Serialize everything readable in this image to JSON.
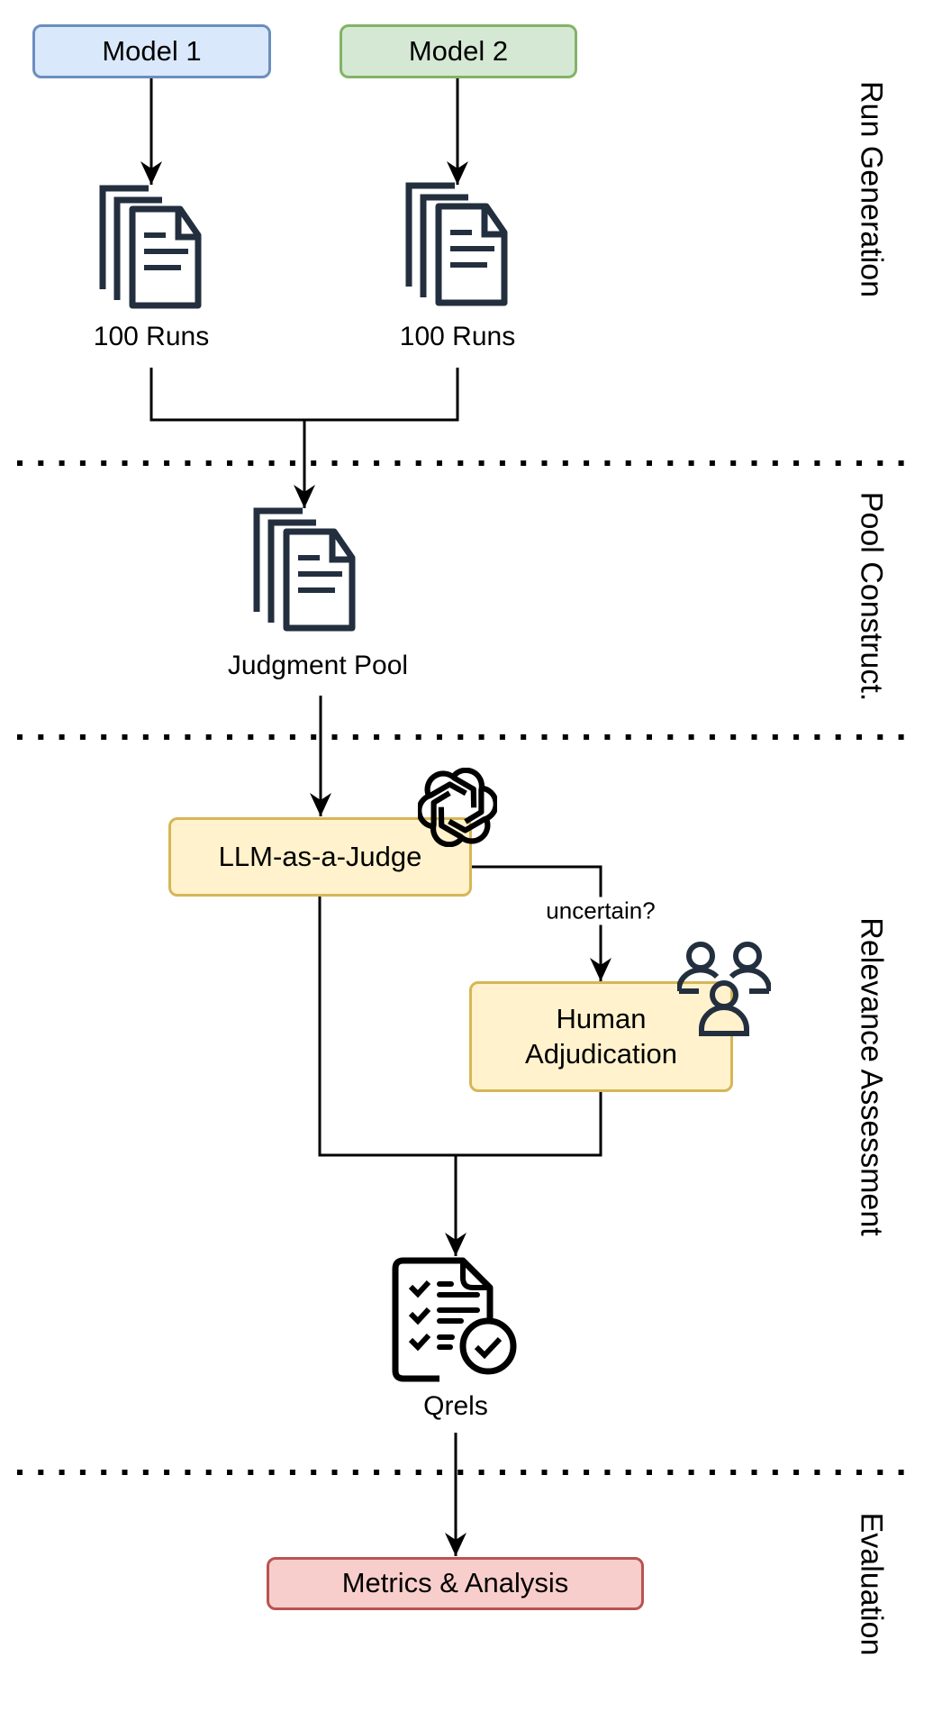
{
  "diagram": {
    "stages": [
      {
        "id": "run-generation",
        "label": "Run Generation"
      },
      {
        "id": "pool-construct",
        "label": "Pool Construct."
      },
      {
        "id": "relevance-assessment",
        "label": "Relevance Assessment"
      },
      {
        "id": "evaluation",
        "label": "Evaluation"
      }
    ],
    "nodes": {
      "model1": {
        "label": "Model 1",
        "fill": "#dae8fc",
        "stroke": "#6c8ebf"
      },
      "model2": {
        "label": "Model 2",
        "fill": "#d5e8d4",
        "stroke": "#82b366"
      },
      "runs1": {
        "label": "100 Runs",
        "icon": "document-stack-icon"
      },
      "runs2": {
        "label": "100 Runs",
        "icon": "document-stack-icon"
      },
      "pool": {
        "label": "Judgment Pool",
        "icon": "document-stack-icon"
      },
      "llm_judge": {
        "label": "LLM-as-a-Judge",
        "fill": "#fff2cc",
        "stroke": "#d6b656",
        "icon": "openai-logo-icon"
      },
      "human": {
        "label_line1": "Human",
        "label_line2": "Adjudication",
        "fill": "#fff2cc",
        "stroke": "#d6b656",
        "icon": "people-group-icon"
      },
      "qrels": {
        "label": "Qrels",
        "icon": "checklist-document-icon"
      },
      "metrics": {
        "label": "Metrics & Analysis",
        "fill": "#f8cecc",
        "stroke": "#b85450"
      }
    },
    "edges": [
      {
        "from": "model1",
        "to": "runs1"
      },
      {
        "from": "model2",
        "to": "runs2"
      },
      {
        "from": "runs1",
        "to": "pool"
      },
      {
        "from": "runs2",
        "to": "pool"
      },
      {
        "from": "pool",
        "to": "llm_judge"
      },
      {
        "from": "llm_judge",
        "to": "human",
        "label": "uncertain?"
      },
      {
        "from": "llm_judge",
        "to": "qrels"
      },
      {
        "from": "human",
        "to": "qrels"
      },
      {
        "from": "qrels",
        "to": "metrics"
      }
    ],
    "colors": {
      "icon": "#232f3e",
      "line": "#000000",
      "separator": "#000000"
    }
  }
}
